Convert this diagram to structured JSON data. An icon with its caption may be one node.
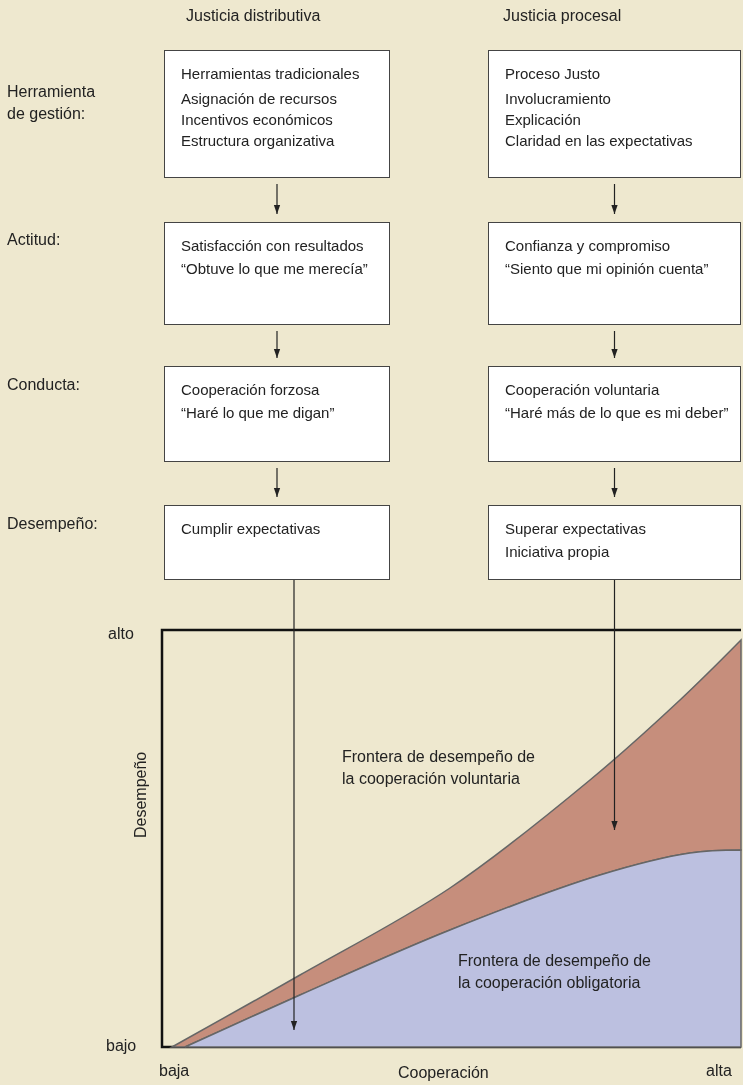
{
  "diagram": {
    "nodes": [
      {
        "text": [
          "Herramientas tradicionales",
          "Asignación de recursos",
          "Incentivos económicos",
          "Estructura organizativa"
        ]
      },
      {
        "text": [
          "Proceso Justo",
          "Involucramiento",
          "Explicación",
          "Claridad en las expectativas"
        ]
      },
      {
        "text": [
          "Satisfacción con resultados",
          "“Obtuve lo que me merecía”"
        ]
      },
      {
        "text": [
          "Confianza y compromiso",
          "“Siento que mi opinión cuenta”"
        ]
      },
      {
        "text": [
          "Cooperación forzosa",
          "“Haré lo que me digan”"
        ]
      },
      {
        "text": [
          "Cooperación voluntaria",
          "“Haré más de lo que es mi deber”"
        ]
      },
      {
        "text": [
          "Cumplir expectativas"
        ]
      },
      {
        "text": [
          "Superar expectativas",
          "Iniciativa propia"
        ]
      },
      {
        "text": [],
        "shape": "area"
      }
    ],
    "edges": [
      {
        "from": 0,
        "to": 2,
        "arrow": "to"
      },
      {
        "from": 1,
        "to": 3,
        "arrow": "to"
      },
      {
        "from": 2,
        "to": 4,
        "arrow": "to"
      },
      {
        "from": 3,
        "to": 5,
        "arrow": "to"
      },
      {
        "from": 4,
        "to": 6,
        "arrow": "to"
      },
      {
        "from": 5,
        "to": 7,
        "arrow": "to"
      },
      {
        "from": 6,
        "to": 8,
        "arrow": "to"
      },
      {
        "from": 7,
        "to": null,
        "arrow": "to"
      }
    ],
    "labels": [
      "Justicia distributiva",
      "Justicia procesal",
      "Herramienta de gestión:",
      "Actitud:",
      "Conducta:",
      "Desempeño:",
      "alto",
      "Frontera de desempeño de la cooperación voluntaria",
      "Desempeño",
      "Frontera de desempeño de la cooperación obligatoria",
      "bajo",
      "baja",
      "Cooperación",
      "alta"
    ]
  }
}
